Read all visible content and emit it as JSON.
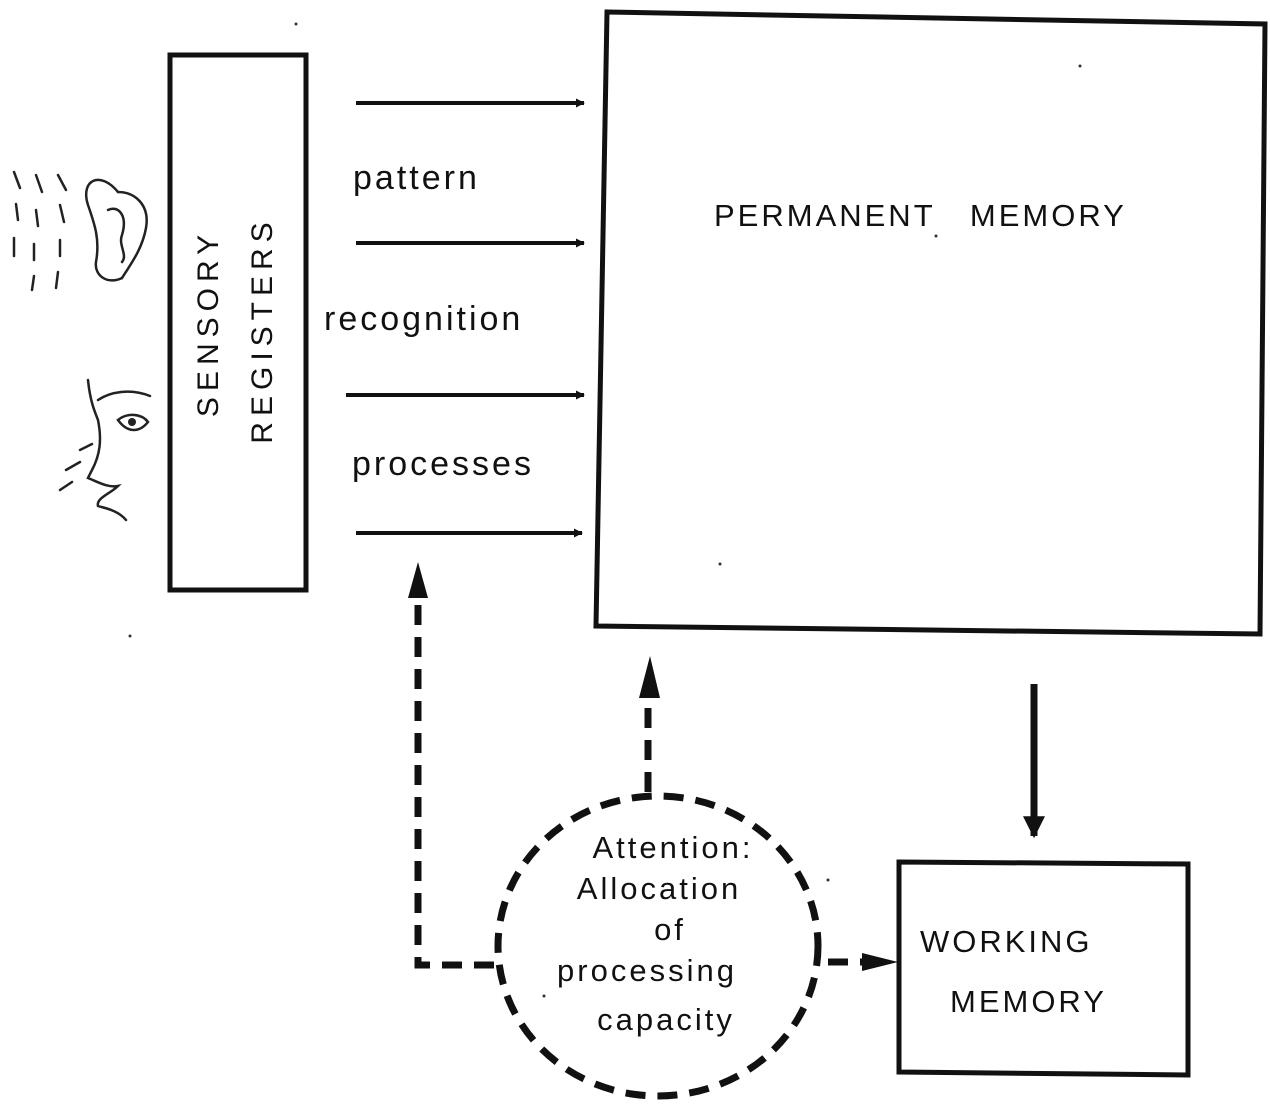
{
  "sensory_registers": {
    "line1": "SENSORY",
    "line2": "REGISTERS"
  },
  "pattern_recognition": {
    "word1": "pattern",
    "word2": "recognition",
    "word3": "processes"
  },
  "permanent_memory": {
    "label": "PERMANENT   MEMORY"
  },
  "working_memory": {
    "line1": "WORKING",
    "line2": "MEMORY"
  },
  "attention": {
    "line1": "Attention:",
    "line2": "Allocation",
    "line3": "of",
    "line4": "processing",
    "line5": "capacity"
  },
  "icons": [
    "ear-icon",
    "face-profile-icon"
  ]
}
